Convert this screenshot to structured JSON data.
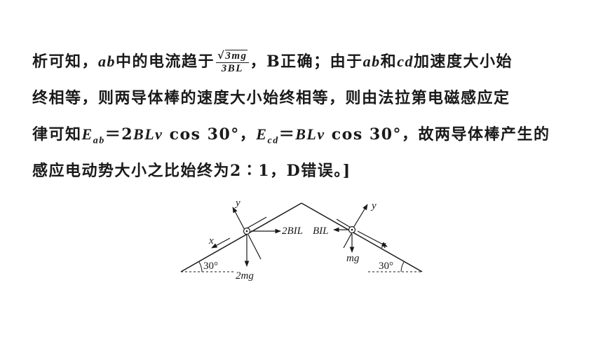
{
  "paragraph": {
    "line1": {
      "a": "析可知，",
      "ab1": "ab",
      "b": "中的电流趋于",
      "frac_sqrt": "√",
      "frac_num": "3mg",
      "frac_den": "3BL",
      "c": "，B正确；由于",
      "ab2": "ab",
      "d": "和",
      "cd": "cd",
      "e": "加速度大小始"
    },
    "line2": "终相等，则两导体棒的速度大小始终相等，则由法拉第电磁感应定",
    "line3": {
      "a": "律可知",
      "E1": "E",
      "sub1": "ab",
      "b": "＝2",
      "BLv1": "BLv",
      "c": " cos 30°，",
      "E2": "E",
      "sub2": "cd",
      "d": "＝",
      "BLv2": "BLv",
      "e": " cos 30°，故两导体棒产生的"
    },
    "line4": "感应电动势大小之比始终为2∶1，D错误。]"
  },
  "figure": {
    "left_axis_y": "y",
    "left_axis_x": "x",
    "left_force_2BIL": "2BIL",
    "left_force_2mg": "2mg",
    "left_angle": "30°",
    "right_force_BIL": "BIL",
    "right_axis_y": "y",
    "right_axis_x": "x",
    "right_force_mg": "mg",
    "right_angle": "30°"
  }
}
